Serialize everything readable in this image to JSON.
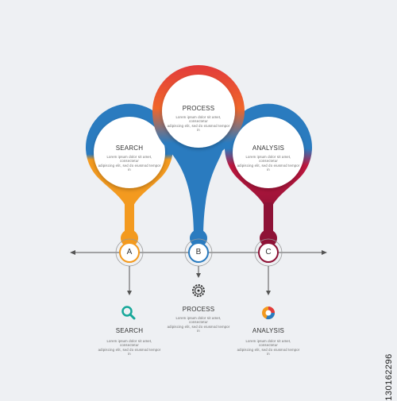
{
  "steps": [
    {
      "title": "SEARCH",
      "letter": "A",
      "body_line1": "Lorem ipsum dolor sit amet, consectetur",
      "body_line2": "adipiscing elit, sed do eiusmod tempor in",
      "bottom_title": "SEARCH",
      "icon": "magnifier-icon",
      "bottom_line1": "Lorem ipsum dolor sit amet, consectetur",
      "bottom_line2": "adipiscing elit, sed do eiusmod tempor in"
    },
    {
      "title": "PROCESS",
      "letter": "B",
      "body_line1": "Lorem ipsum dolor sit amet, consectetur",
      "body_line2": "adipiscing elit, sed do eiusmod tempor in",
      "bottom_title": "PROCESS",
      "icon": "gear-icon",
      "bottom_line1": "Lorem ipsum dolor sit amet, consectetur",
      "bottom_line2": "adipiscing elit, sed do eiusmod tempor in"
    },
    {
      "title": "ANALYSIS",
      "letter": "C",
      "body_line1": "Lorem ipsum dolor sit amet, consectetur",
      "body_line2": "adipiscing elit, sed do eiusmod tempor in",
      "bottom_title": "ANALYSIS",
      "icon": "pie-chart-icon",
      "bottom_line1": "Lorem ipsum dolor sit amet, consectetur",
      "bottom_line2": "adipiscing elit, sed do eiusmod tempor in"
    }
  ],
  "colors": {
    "background": "#eef0f3",
    "blue": "#2a7bbf",
    "orange": "#f39a1f",
    "red": "#e23b3b",
    "crimson": "#c0163e",
    "timeline": "#555555"
  },
  "stock_id": "130162296"
}
